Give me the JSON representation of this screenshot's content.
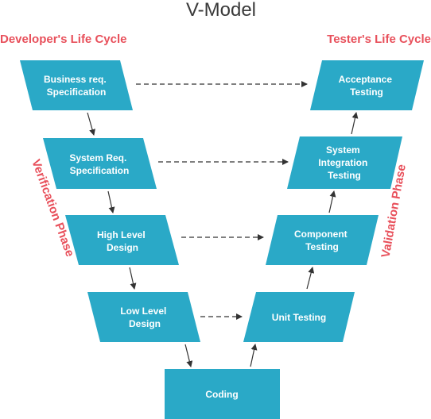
{
  "title": "V-Model",
  "lanes": {
    "left": "Developer's Life Cycle",
    "right": "Tester's Life Cycle"
  },
  "phases": {
    "left": "Verification Phase",
    "right": "Validation Phase"
  },
  "nodes": {
    "business_req": [
      "Business req.",
      "Specification"
    ],
    "system_req": [
      "System Req.",
      "Specification"
    ],
    "high_level": [
      "High Level",
      "Design"
    ],
    "low_level": [
      "Low Level",
      "Design"
    ],
    "coding": [
      "Coding"
    ],
    "unit_testing": [
      "Unit Testing"
    ],
    "component_testing": [
      "Component",
      "Testing"
    ],
    "system_integration": [
      "System",
      "Integration",
      "Testing"
    ],
    "acceptance_testing": [
      "Acceptance",
      "Testing"
    ]
  },
  "colors": {
    "node_fill": "#2aa9c7",
    "accent_red": "#e8505b",
    "arrow": "#333333",
    "title": "#3a3a3a"
  }
}
